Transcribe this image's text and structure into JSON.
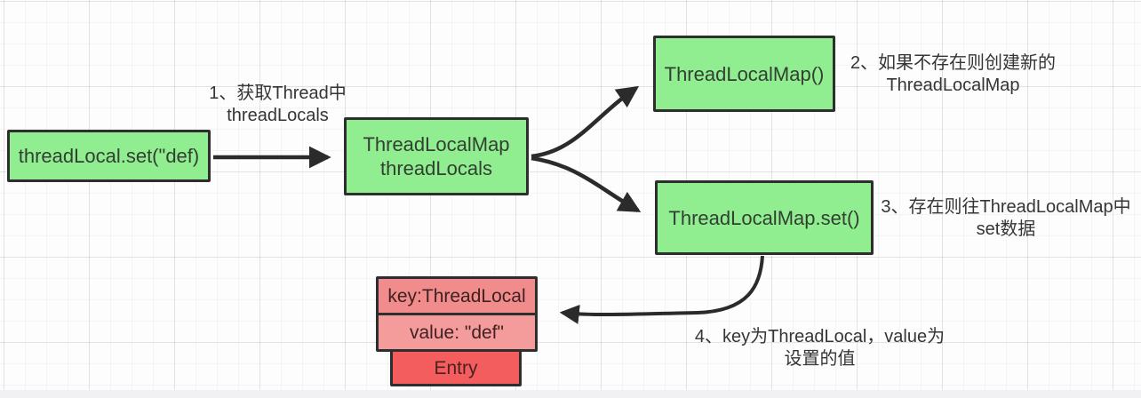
{
  "diagram": {
    "title": "ThreadLocal set flow diagram",
    "nodes": {
      "thread_local_set": {
        "label": "threadLocal.set(\"def)"
      },
      "thread_locals": {
        "line1": "ThreadLocalMap",
        "line2": "threadLocals"
      },
      "thread_local_map": {
        "label": "ThreadLocalMap()"
      },
      "thread_local_map_set": {
        "label": "ThreadLocalMap.set()"
      },
      "entry_key": {
        "label": "key:ThreadLocal"
      },
      "entry_value": {
        "label": "value: \"def\""
      },
      "entry": {
        "label": "Entry"
      }
    },
    "annotations": {
      "step1": {
        "line1": "1、获取Thread中",
        "line2": "threadLocals"
      },
      "step2": {
        "line1": "2、如果不存在则创建新的",
        "line2": "ThreadLocalMap"
      },
      "step3": {
        "line1": "3、存在则往ThreadLocalMap中",
        "line2": "set数据"
      },
      "step4": {
        "line1": "4、key为ThreadLocal，value为",
        "line2": "设置的值"
      }
    },
    "colors": {
      "node_green": "#90ee90",
      "node_pink_key": "#f08c8c",
      "node_pink_value": "#f49c9c",
      "node_red_entry": "#f35d5d",
      "node_border": "#2e2e2e",
      "arrow": "#2b2b2b",
      "background": "#fdfdfd"
    }
  }
}
